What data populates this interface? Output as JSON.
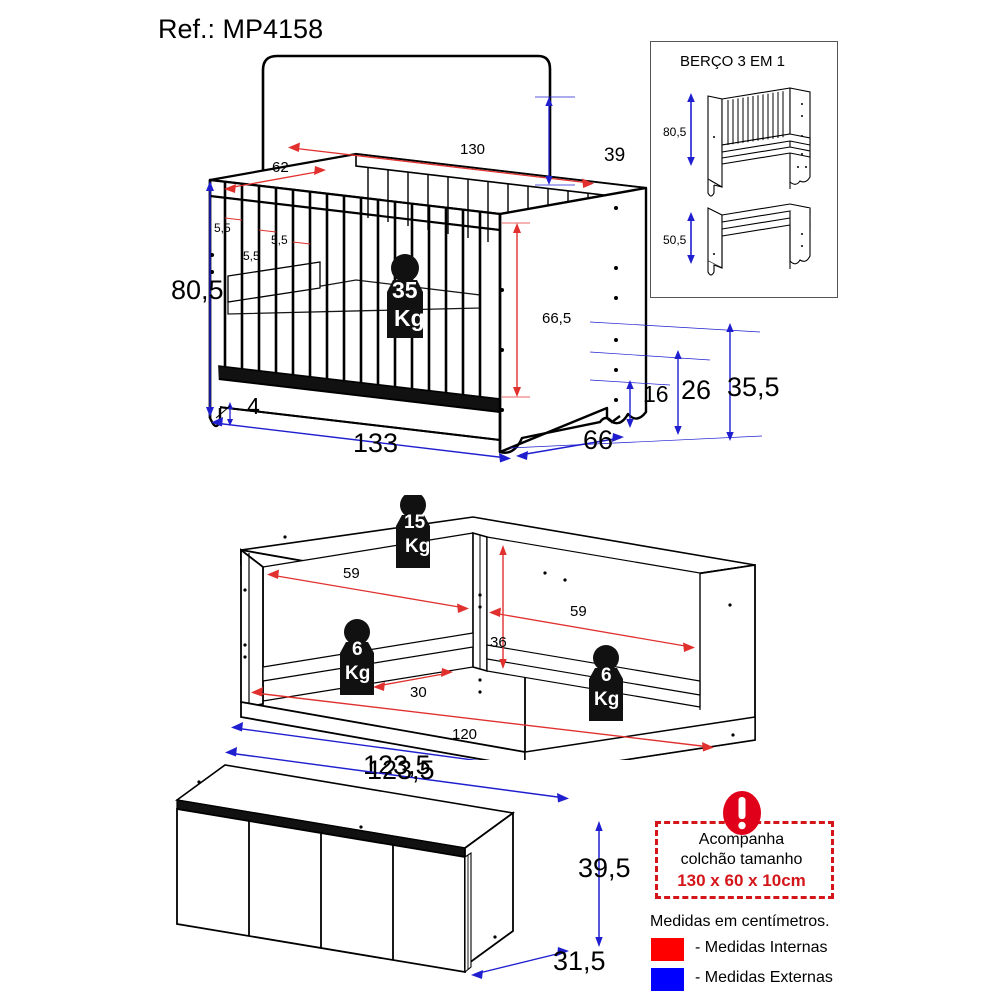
{
  "page": {
    "reference_label": "Ref.: MP4158",
    "background": "#ffffff"
  },
  "colors": {
    "internal_measure": "#FF0000",
    "external_measure": "#0000FF",
    "line": "#000000",
    "warning_red": "#D4161A"
  },
  "inset": {
    "title": "BERÇO 3 EM 1",
    "crib_height": "80,5",
    "bed_height": "50,5"
  },
  "crib": {
    "dim_top_width_internal": "130",
    "dim_top_depth_internal": "62",
    "dim_headboard_height": "39",
    "dim_total_height": "80,5",
    "dim_slat_gap_1": "5,5",
    "dim_slat_gap_2": "5,5",
    "dim_slat_gap_3": "5,5",
    "dim_inner_height": "66,5",
    "dim_foot": "4",
    "dim_total_width": "133",
    "dim_depth": "66",
    "dim_level_low": "16",
    "dim_level_mid": "26",
    "dim_level_high": "35,5",
    "weight_tag": {
      "value": "35",
      "unit": "Kg"
    }
  },
  "shelf": {
    "dim_left_bay_width": "59",
    "dim_right_bay_width": "59",
    "dim_inner_height": "36",
    "dim_depth": "30",
    "dim_inner_width": "120",
    "dim_outer_width": "123,5",
    "weight_tag_top": {
      "value": "15",
      "unit": "Kg"
    },
    "weight_tag_left": {
      "value": "6",
      "unit": "Kg"
    },
    "weight_tag_right": {
      "value": "6",
      "unit": "Kg"
    }
  },
  "cabinet": {
    "dim_width": "123,5",
    "dim_height": "39,5",
    "dim_depth": "31,5"
  },
  "notice": {
    "line1": "Acompanha",
    "line2": "colchão tamanho",
    "size": "130 x 60 x 10cm",
    "icon": "exclamation-icon"
  },
  "legend": {
    "units_note": "Medidas em centímetros.",
    "internal_label": "- Medidas Internas",
    "external_label": "- Medidas Externas"
  }
}
